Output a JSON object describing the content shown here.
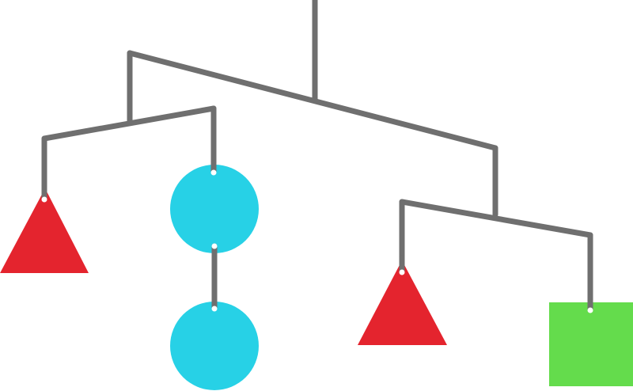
{
  "colors": {
    "background": "#ffffff",
    "wire": "#6f6f6f",
    "triangle": "#e4242e",
    "circle": "#27d1e6",
    "square": "#64dc4c",
    "hook": "#ffffff"
  },
  "shapes": [
    {
      "name": "left-triangle",
      "kind": "triangle",
      "color": "triangle"
    },
    {
      "name": "upper-circle",
      "kind": "circle",
      "color": "circle"
    },
    {
      "name": "lower-circle",
      "kind": "circle",
      "color": "circle"
    },
    {
      "name": "right-triangle",
      "kind": "triangle",
      "color": "triangle"
    },
    {
      "name": "green-square",
      "kind": "square",
      "color": "square"
    }
  ]
}
